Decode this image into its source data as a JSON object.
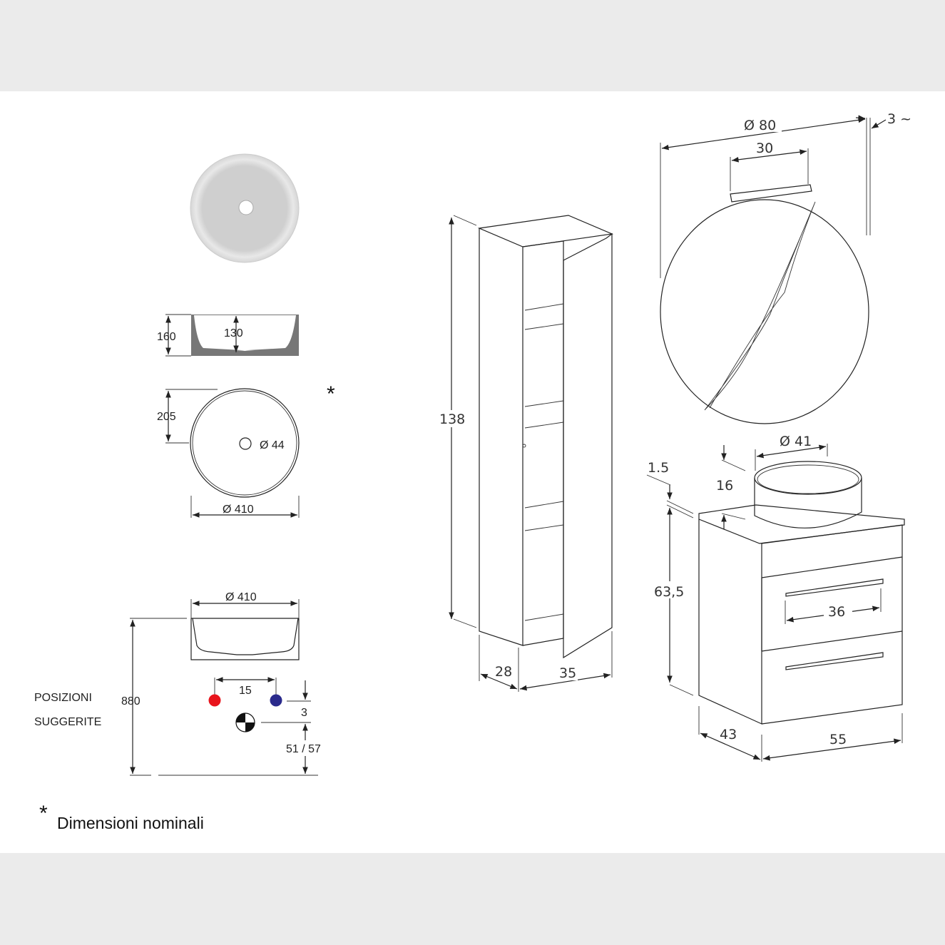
{
  "basin_section": {
    "height": "160",
    "depth": "130"
  },
  "basin_plan": {
    "radius": "205",
    "drain_diameter": "Ø 44",
    "diameter": "Ø 410",
    "nominal_marker": "*"
  },
  "basin_elevation": {
    "diameter": "Ø 410",
    "height_from_floor": "880",
    "tap_spacing": "15",
    "offset": "3",
    "drain_height": "51 / 57"
  },
  "suggested_positions": {
    "line1": "POSIZIONI",
    "line2": "SUGGERITE"
  },
  "tap_colors": {
    "hot": "#e8141c",
    "cold": "#2a2a8c"
  },
  "column_cabinet": {
    "height": "138",
    "depth": "28",
    "width": "35"
  },
  "mirror": {
    "diameter": "Ø 80",
    "lamp_width": "30",
    "thickness": "3 ~"
  },
  "vanity": {
    "basin_diameter": "Ø 41",
    "basin_height": "16",
    "top_thickness": "1.5",
    "height": "63,5",
    "handle_width": "36",
    "depth": "43",
    "width": "55"
  },
  "footnote": {
    "marker": "*",
    "text": "Dimensioni nominali"
  }
}
